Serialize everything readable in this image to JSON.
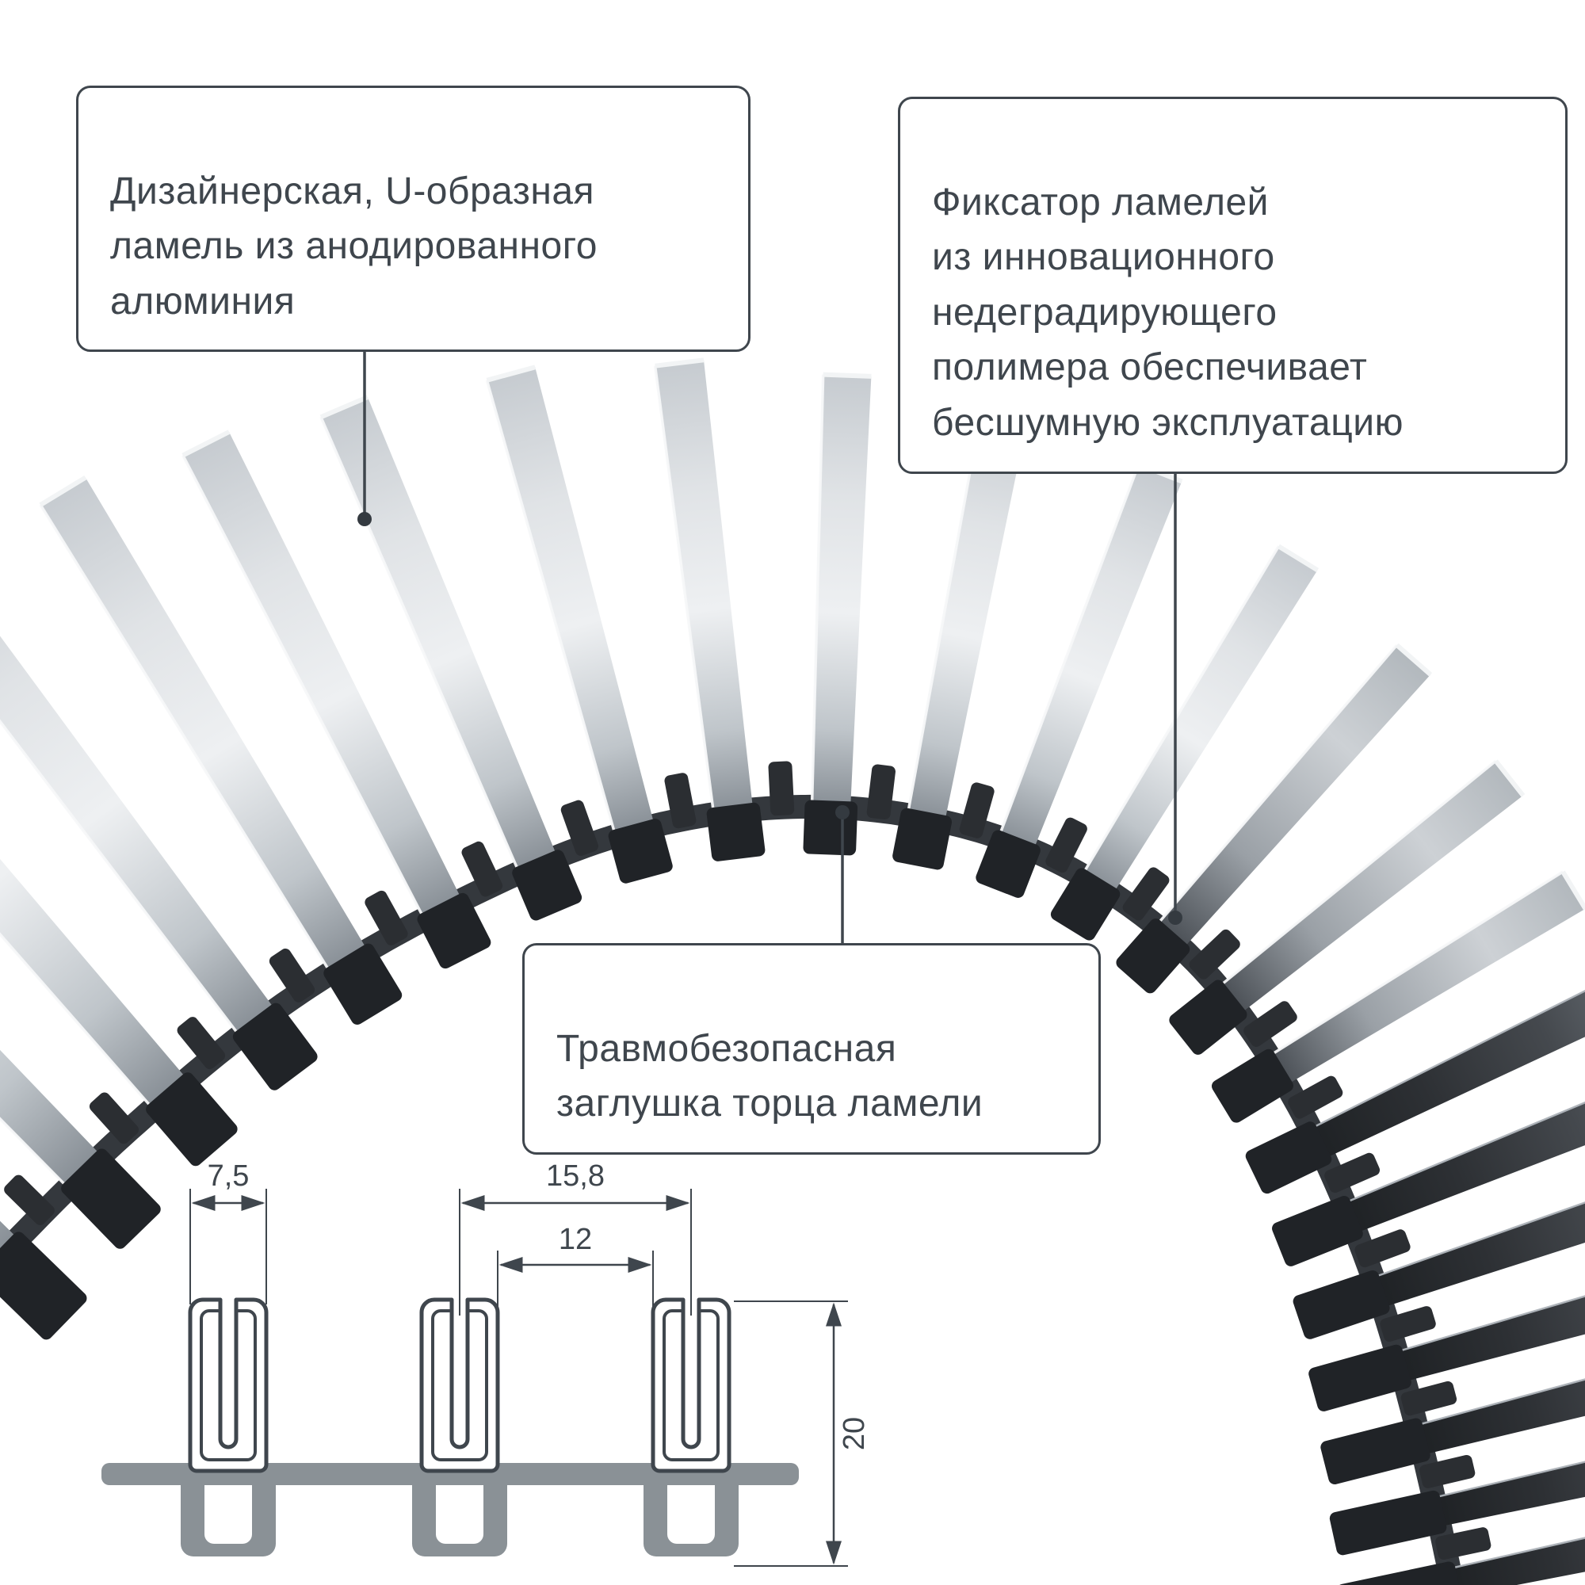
{
  "callouts": {
    "lamella": "Дизайнерская, U-образная\nламель из анодированного\nалюминия",
    "fixator": "Фиксатор ламелей\nиз инновационного\nнедеградирующего\nполимера обеспечивает\nбесшумную эксплуатацию",
    "endcap": "Травмобезопасная\nзаглушка торца ламели"
  },
  "section": {
    "dim_width": "7,5",
    "dim_pitch": "15,8",
    "dim_gap": "12",
    "dim_height": "20"
  },
  "colors": {
    "outline": "#3f464d",
    "metal_light": "#eef0f2",
    "metal_mid": "#bfc5ca",
    "metal_dark": "#878e95",
    "polymer_dark": "#202327",
    "section_gray": "#8a9196"
  }
}
